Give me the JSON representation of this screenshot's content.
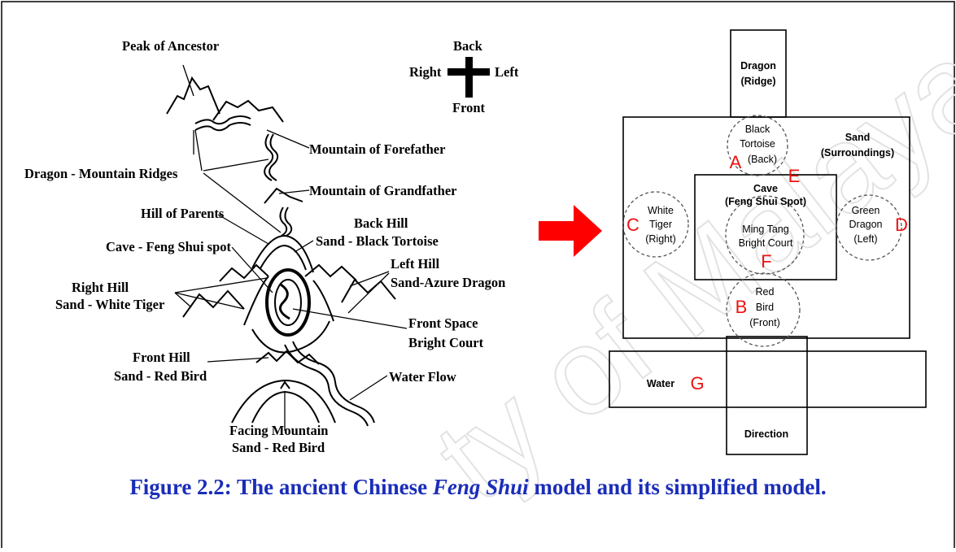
{
  "watermark": "ty of Malaya",
  "left_diagram": {
    "compass": {
      "back": "Back",
      "right": "Right",
      "left": "Left",
      "front": "Front"
    },
    "labels": {
      "peak_of_ancestor": "Peak of Ancestor",
      "mountain_of_forefather": "Mountain of Forefather",
      "dragon_mountain_ridges": "Dragon - Mountain Ridges",
      "mountain_of_grandfather": "Mountain of Grandfather",
      "hill_of_parents": "Hill of Parents",
      "back_hill_1": "Back Hill",
      "back_hill_2": "Sand - Black Tortoise",
      "cave": "Cave - Feng Shui spot",
      "left_hill_1": "Left Hill",
      "left_hill_2": "Sand-Azure Dragon",
      "right_hill_1": "Right Hill",
      "right_hill_2": "Sand - White Tiger",
      "front_space_1": "Front Space",
      "front_space_2": "Bright Court",
      "front_hill_1": "Front Hill",
      "front_hill_2": "Sand - Red Bird",
      "water_flow": "Water Flow",
      "facing_1": "Facing Mountain",
      "facing_2": "Sand - Red Bird"
    }
  },
  "arrow_color": "#ff0000",
  "right_diagram": {
    "dragon_1": "Dragon",
    "dragon_2": "(Ridge)",
    "sand_1": "Sand",
    "sand_2": "(Surroundings)",
    "black_tortoise": [
      "Black",
      "Tortoise",
      "(Back)"
    ],
    "cave_1": "Cave",
    "cave_2": "(Feng Shui Spot)",
    "white_tiger": [
      "White",
      "Tiger",
      "(Right)"
    ],
    "ming_tang": [
      "Ming Tang",
      "Bright Court"
    ],
    "green_dragon": [
      "Green",
      "Dragon",
      "(Left)"
    ],
    "red_bird": [
      "Red",
      "Bird",
      "(Front)"
    ],
    "water": "Water",
    "direction": "Direction",
    "letters": {
      "A": "A",
      "B": "B",
      "C": "C",
      "D": "D",
      "E": "E",
      "F": "F",
      "G": "G"
    },
    "letter_color": "#ee1111"
  },
  "caption": {
    "prefix": "Figure 2.2: The ancient Chinese ",
    "italic": "Feng Shui",
    "suffix": " model and its simplified model."
  }
}
